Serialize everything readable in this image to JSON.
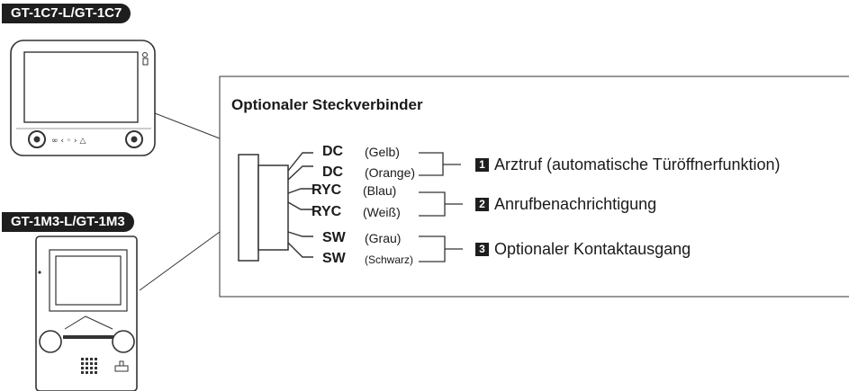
{
  "models": {
    "top": "GT-1C7-L/GT-1C7",
    "bottom": "GT-1M3-L/GT-1M3"
  },
  "connector": {
    "title": "Optionaler Steckverbinder",
    "wires": [
      {
        "name": "DC",
        "color_label": "(Gelb)"
      },
      {
        "name": "DC",
        "color_label": "(Orange)"
      },
      {
        "name": "RYC",
        "color_label": "(Blau)"
      },
      {
        "name": "RYC",
        "color_label": "(Weiß)"
      },
      {
        "name": "SW",
        "color_label": "(Grau)"
      },
      {
        "name": "SW",
        "color_label": "(Schwarz)"
      }
    ],
    "functions": [
      {
        "number": "1",
        "label": "Arztruf (automatische Türöffnerfunktion)"
      },
      {
        "number": "2",
        "label": "Anrufbenachrichtigung"
      },
      {
        "number": "3",
        "label": "Optionaler Kontaktausgang"
      }
    ]
  }
}
